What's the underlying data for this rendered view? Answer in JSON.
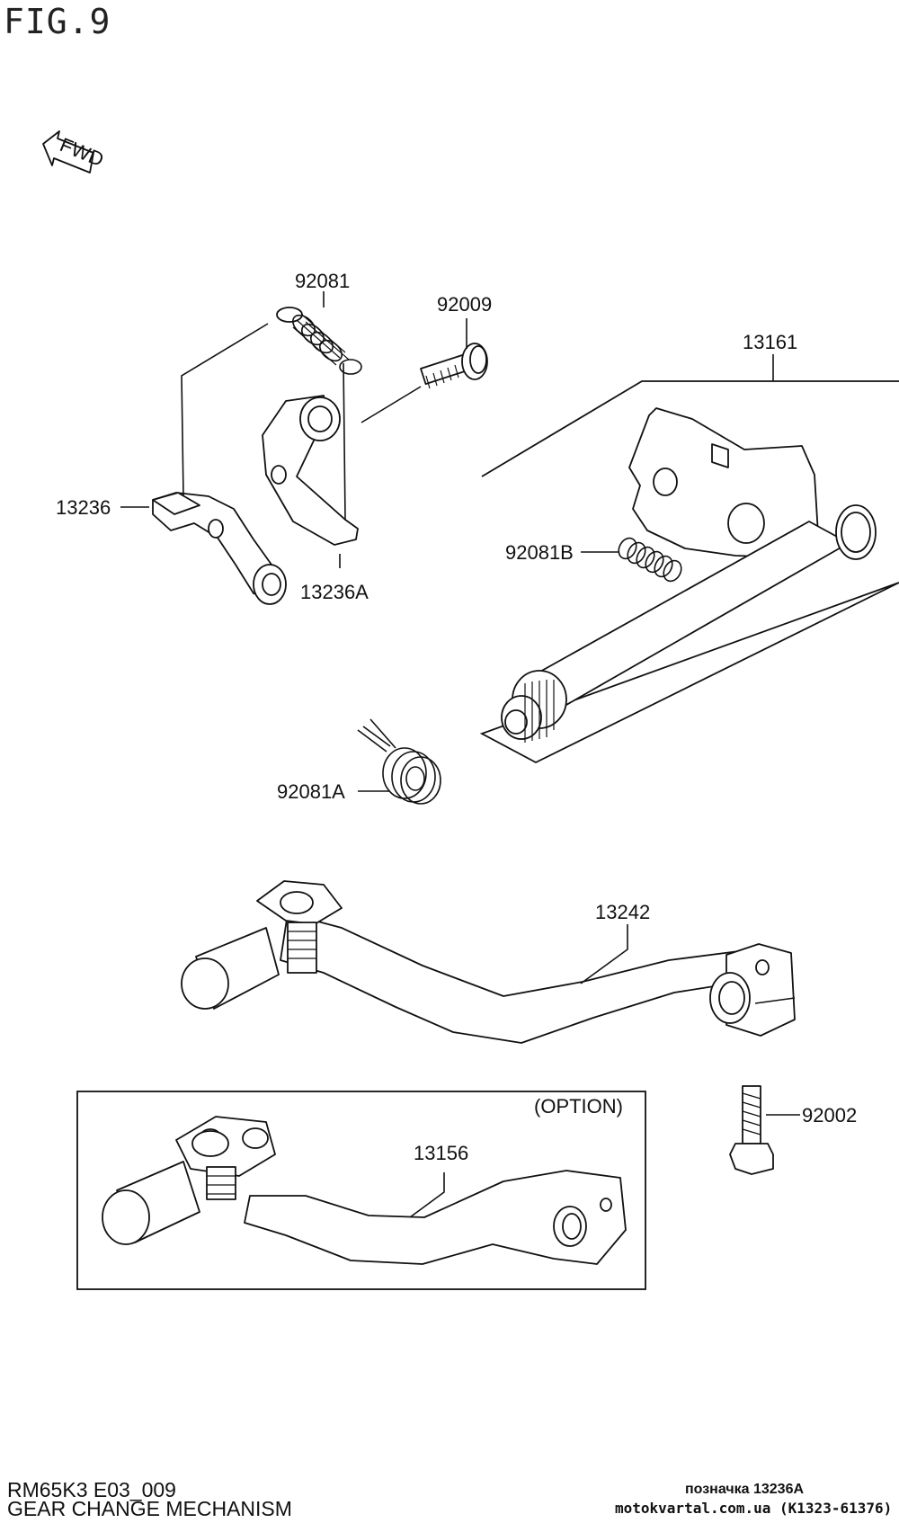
{
  "figure": {
    "title": "FIG.9",
    "fwd_label": "FWD",
    "option_label": "(OPTION)"
  },
  "parts": [
    {
      "id": "p92081",
      "number": "92081"
    },
    {
      "id": "p92009",
      "number": "92009"
    },
    {
      "id": "p13161",
      "number": "13161"
    },
    {
      "id": "p13236",
      "number": "13236"
    },
    {
      "id": "p92081B",
      "number": "92081B"
    },
    {
      "id": "p13236A",
      "number": "13236A"
    },
    {
      "id": "p92081A",
      "number": "92081A"
    },
    {
      "id": "p13242",
      "number": "13242"
    },
    {
      "id": "p92002",
      "number": "92002"
    },
    {
      "id": "p13156",
      "number": "13156"
    }
  ],
  "footer": {
    "model_code": "RM65K3 E03_009",
    "section_name": "GEAR CHANGE MECHANISM",
    "reference": "позначка 13236A",
    "site": "motokvartal.com.ua (K1323-61376)"
  }
}
